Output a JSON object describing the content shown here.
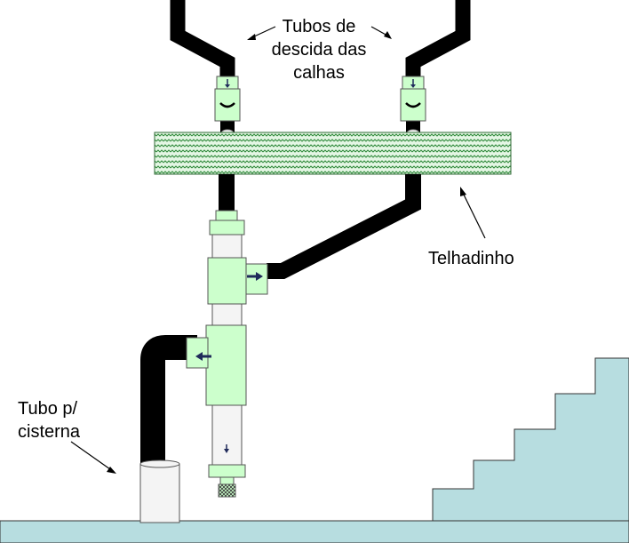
{
  "labels": {
    "downpipes": [
      "Tubos de",
      "descida das",
      "calhas"
    ],
    "roof": "Telhadinho",
    "cistern_pipe": [
      "Tubo p/",
      "cisterna"
    ]
  },
  "colors": {
    "pipe": "#000000",
    "fitting": "#ccffcc",
    "fitting_stroke": "#555555",
    "clear_pipe": "#f4f4f4",
    "roof_fill": "#e4f6e4",
    "roof_pattern": "#2f8a3a",
    "ground": "#b7dde0",
    "stairs": "#b7dde0",
    "arrow": "#1f2a5a"
  },
  "icons": [
    "flow-down-icon",
    "flow-right-icon",
    "flow-left-icon",
    "screen-filter-icon",
    "zigzag-texture"
  ]
}
